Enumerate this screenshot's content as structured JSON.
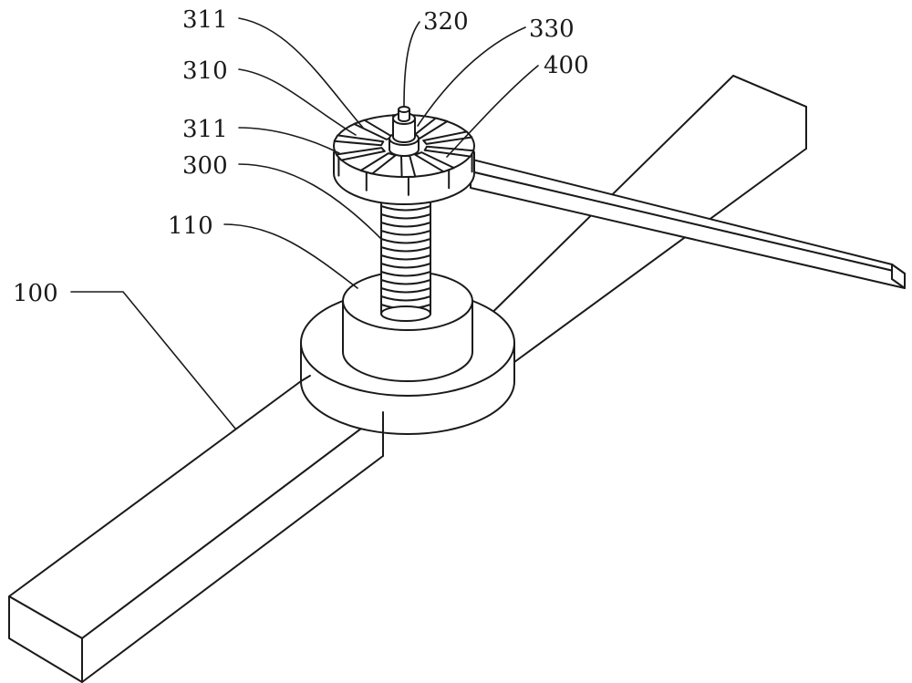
{
  "labels": {
    "l311a": "311",
    "l310": "310",
    "l311b": "311",
    "l300": "300",
    "l110": "110",
    "l100": "100",
    "l320": "320",
    "l330": "330",
    "l400": "400"
  },
  "colors": {
    "line": "#1a1a1a",
    "background": "#ffffff"
  }
}
